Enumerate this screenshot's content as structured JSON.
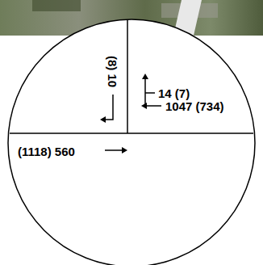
{
  "diagram": {
    "labels": [
      "(8) 10",
      "14 (7)",
      "1047 (734)",
      "(1118) 560"
    ]
  }
}
